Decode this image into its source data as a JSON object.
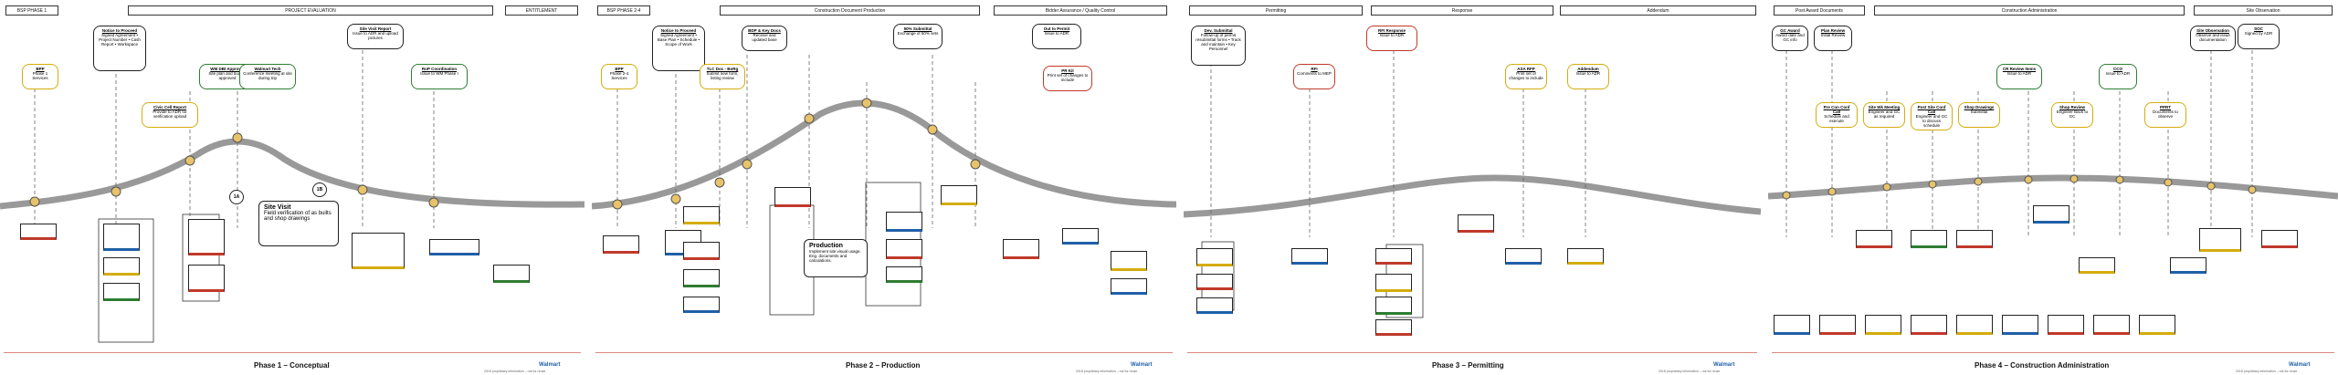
{
  "phases": [
    {
      "title": "Phase 1 – Conceptual",
      "logo": "Walmart",
      "footer": "2018 proprietary information – not for reuse",
      "headers": [
        "BSP PHASE 1",
        "PROJECT EVALUATION",
        "ENTITLEMENT"
      ],
      "milestones": [
        {
          "t": "BPP",
          "d": "Phase 1 Services"
        },
        {
          "t": "Notice to Proceed",
          "d": "Signed Agreement • Project Number • Cash Report • Workspace"
        },
        {
          "t": "WM DBI Approval",
          "d": "Site plan and budget approved"
        },
        {
          "t": "Walmart Tech",
          "d": "Conference meeting at site during trip"
        },
        {
          "t": "Civic Cell Report",
          "d": "Provide to ADR for verification upload"
        },
        {
          "t": "Site Visit Report",
          "d": "Issue to ADR and upload pictures"
        },
        {
          "t": "RoP Coordination",
          "d": "Issue to WM Phase I"
        }
      ],
      "callouts": [
        {
          "badge": "1A",
          "t": "",
          "d": ""
        },
        {
          "badge": "1B",
          "t": "Site Visit",
          "d": "Field verification of as builts and shop drawings"
        }
      ]
    },
    {
      "title": "Phase 2 – Production",
      "logo": "Walmart",
      "footer": "2018 proprietary information – not for reuse",
      "headers": [
        "BSP PHASE 2-4",
        "Construction Document Production",
        "Bidder Assurance / Quality Control"
      ],
      "milestones": [
        {
          "t": "BPP",
          "d": "Phase 2-4 Services"
        },
        {
          "t": "Notice to Proceed",
          "d": "Signed Agreement • Base Plan • Schedule • Scope of Work"
        },
        {
          "t": "TLC Doc - BoRg",
          "d": "Submit new form, listing review"
        },
        {
          "t": "BDP & Key Docs",
          "d": "Receive and updated base"
        },
        {
          "t": "50% Submittal",
          "d": "Exchange of 50% sets"
        },
        {
          "t": "Out to Permit",
          "d": "Issue to ADR"
        },
        {
          "t": "PR Kit",
          "d": "Print set of changes to include"
        },
        {
          "t": "Production",
          "d": "Implement site visual usage. Eng. documents and calculations."
        }
      ]
    },
    {
      "title": "Phase 3 – Permitting",
      "logo": "Walmart",
      "footer": "2018 proprietary information – not for reuse",
      "headers": [
        "Permitting",
        "Response",
        "Addendum"
      ],
      "milestones": [
        {
          "t": "Dev. Submittal",
          "d": "Follow-up of permit resubmittal forms • Track and maintain • Key Personnel"
        },
        {
          "t": "RFI Response",
          "d": "Issue to ADR"
        },
        {
          "t": "RFI",
          "d": "Comments to MEP"
        },
        {
          "t": "ASA RFP",
          "d": "Print set of changes to include"
        },
        {
          "t": "Addendum",
          "d": "Issue to ADR"
        }
      ]
    },
    {
      "title": "Phase 4 – Construction Administration",
      "logo": "Walmart",
      "footer": "2018 proprietary information – not for reuse",
      "headers": [
        "Post Award Documents",
        "Construction Administration",
        "Site Observation"
      ],
      "milestones": [
        {
          "t": "GC Award",
          "d": "Award date and GC info"
        },
        {
          "t": "Plan Review",
          "d": "Initial Review"
        },
        {
          "t": "CR Review Items",
          "d": "Issue to ADR"
        },
        {
          "t": "Site Observation",
          "d": "Observe and issue documentation"
        },
        {
          "t": "SOC",
          "d": "Signed by ADR"
        },
        {
          "t": "Pre Con Conf Call",
          "d": "Schedule and execute"
        },
        {
          "t": "Site Wk Meeting",
          "d": "Engineer and GC as required"
        },
        {
          "t": "Post Site Conf Call",
          "d": "Engineer and GC to discuss schedule"
        },
        {
          "t": "Shop Drawings",
          "d": "Submittal"
        },
        {
          "t": "Shop Review",
          "d": "Engineer Back to GC"
        },
        {
          "t": "CCO",
          "d": "Issue to ADR"
        },
        {
          "t": "PPRT",
          "d": "Documents to observe"
        }
      ]
    }
  ]
}
